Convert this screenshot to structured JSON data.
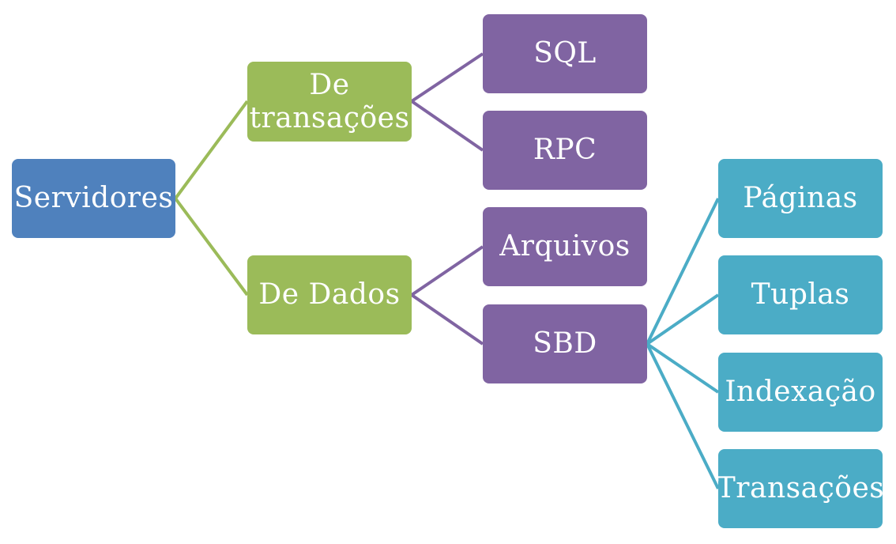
{
  "colors": {
    "level0": "#4f81bd",
    "level1": "#9bbb59",
    "level2": "#8064a2",
    "level3": "#4bacc6"
  },
  "nodes": {
    "servidores": "Servidores",
    "de_transacoes": {
      "line1": "De",
      "line2": "transações"
    },
    "de_dados": "De Dados",
    "sql": "SQL",
    "rpc": "RPC",
    "arquivos": "Arquivos",
    "sbd": "SBD",
    "paginas": "Páginas",
    "tuplas": "Tuplas",
    "indexacao": "Indexação",
    "transacoes": "Transações"
  }
}
